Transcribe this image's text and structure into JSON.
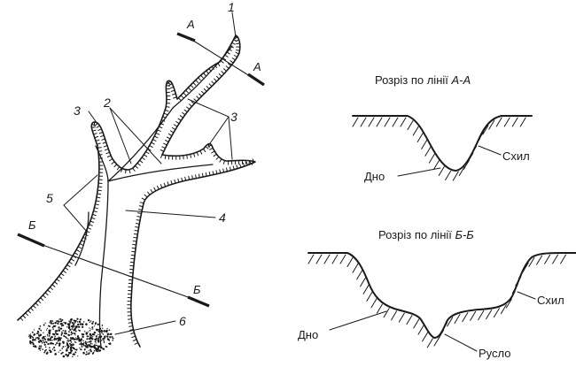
{
  "plan": {
    "markers": {
      "m1": "1",
      "m2": "2",
      "m3_left": "3",
      "m3_right": "3",
      "m4": "4",
      "m5": "5",
      "m6": "6"
    },
    "section_line_a": {
      "left": "А",
      "right": "А"
    },
    "section_line_b": {
      "left": "Б",
      "right": "Б"
    }
  },
  "section_aa": {
    "title": "Розріз по лінії ",
    "title_line": "А-А",
    "label_bottom": "Дно",
    "label_slope": "Схил"
  },
  "section_bb": {
    "title": "Розріз по лінії ",
    "title_line": "Б-Б",
    "label_bottom": "Дно",
    "label_slope": "Схил",
    "label_channel": "Русло"
  }
}
